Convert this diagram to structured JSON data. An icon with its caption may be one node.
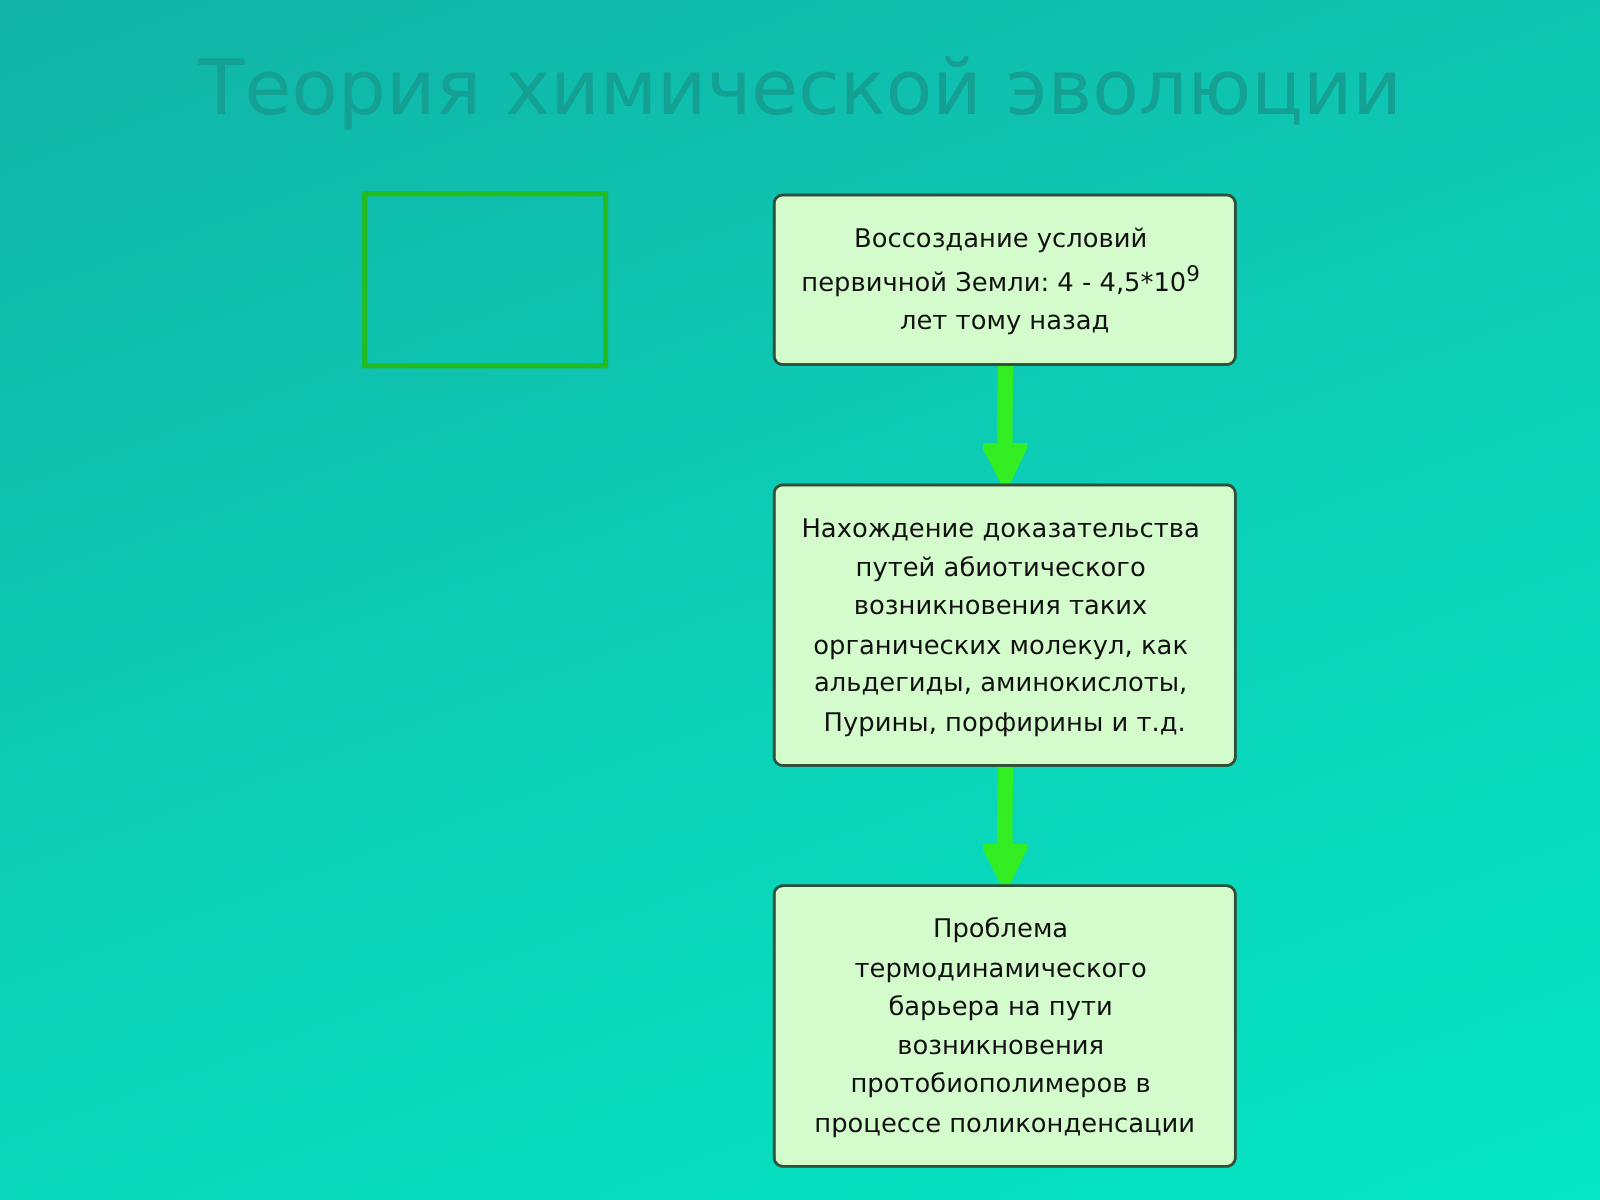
{
  "diagram": {
    "title": "Теория химической эволюции",
    "nodes": [
      {
        "text": [],
        "shape": "box"
      },
      {
        "text": [
          "Воссоздание условий первичной Земли: 4 - 4,5*10$^{9}$ лет тому назад"
        ]
      },
      {
        "text": [
          "Нахождение доказательства путей абиотического возникновения таких органических молекул, как альдегиды, аминокислоты, Пурины, порфирины и т.д."
        ]
      },
      {
        "text": [
          "Проблема термодинамического барьера на пути возникновения протобиополимеров в процессе поликонденсации"
        ]
      }
    ],
    "edges": [
      {
        "from": 1,
        "to": 2,
        "arrow": "to"
      },
      {
        "from": 2,
        "to": 3,
        "arrow": "to"
      }
    ]
  }
}
